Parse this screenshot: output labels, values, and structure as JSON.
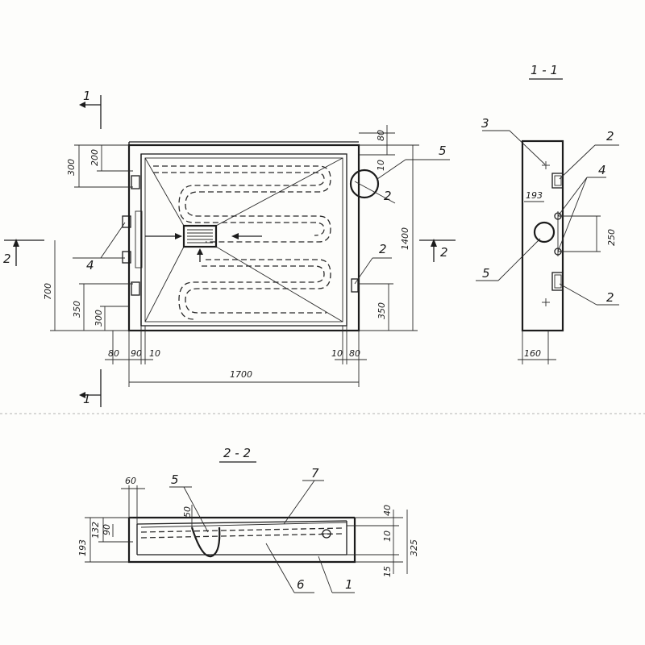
{
  "sections": {
    "s11": "1 - 1",
    "s22": "2 - 2"
  },
  "cut_marks": {
    "one": "1",
    "two": "2"
  },
  "callouts": {
    "c1": "1",
    "c2": "2",
    "c3": "3",
    "c4": "4",
    "c5": "5",
    "c6": "6",
    "c7": "7"
  },
  "plan_dims": {
    "d300": "300",
    "d200": "200",
    "d80_top": "80",
    "d10_top": "10",
    "d1400": "1400",
    "d700": "700",
    "d350_left": "350",
    "d300_left": "300",
    "d350_right": "350",
    "d80_bl": "80",
    "d90": "90",
    "d10_bl": "10",
    "d10_br": "10",
    "d80_br": "80",
    "d1700": "1700"
  },
  "side_dims": {
    "d193": "193",
    "d250": "250",
    "d160": "160"
  },
  "section_dims": {
    "d60": "60",
    "d50": "50",
    "d40": "40",
    "d10": "10",
    "d90": "90",
    "d132": "132",
    "d193": "193",
    "d325": "325",
    "d15": "15"
  }
}
